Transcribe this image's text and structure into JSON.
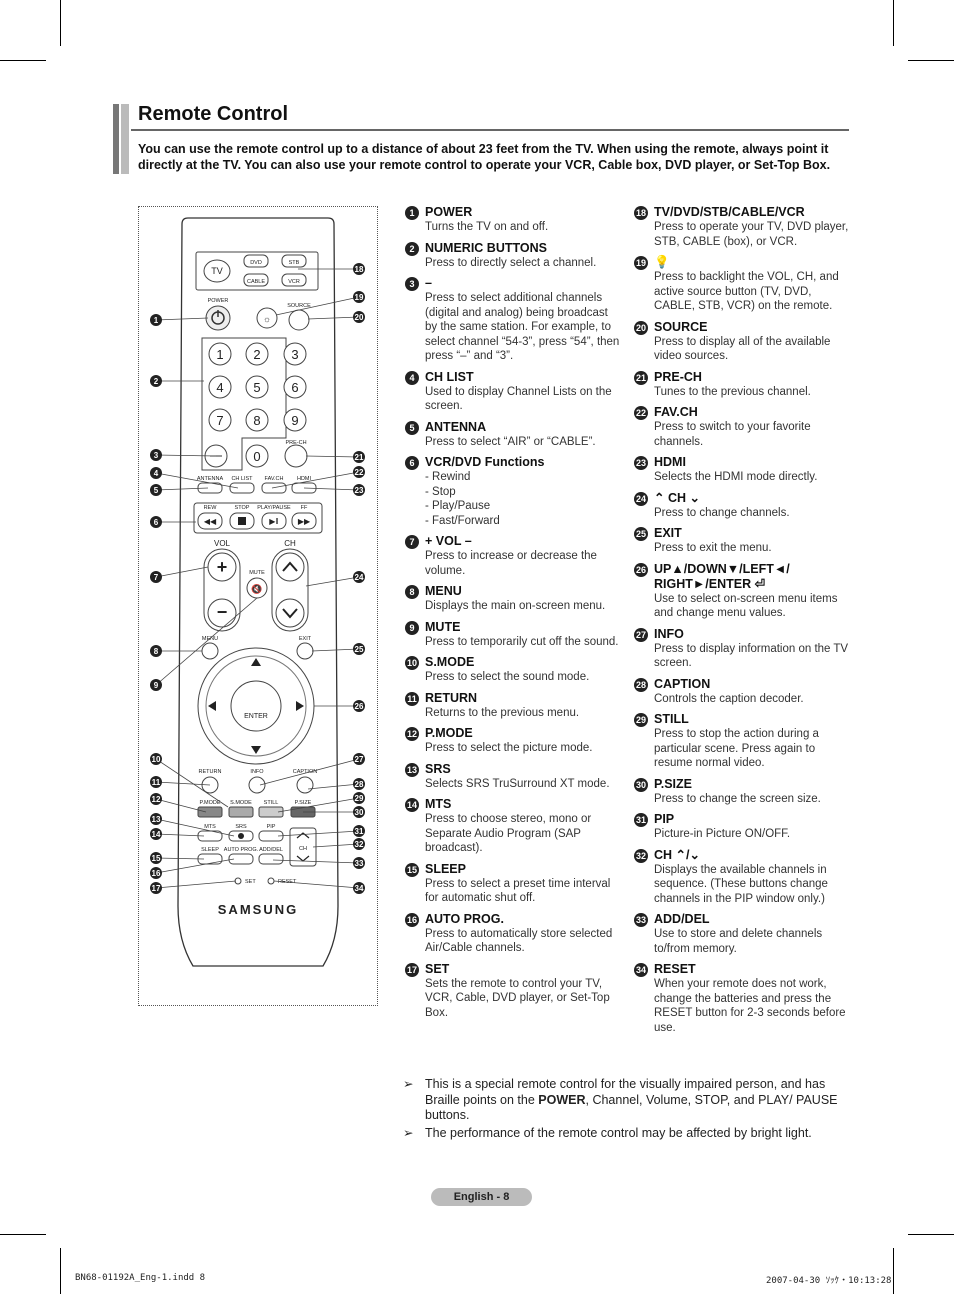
{
  "header": {
    "title": "Remote Control",
    "intro": "You can use the remote control up to a distance of about 23 feet from the TV. When using the remote, always point it directly at the TV. You can also use your remote control to operate your VCR, Cable box, DVD player, or Set-Top Box."
  },
  "items_left": [
    {
      "num": "1",
      "title": "POWER",
      "desc": "Turns the TV on and off."
    },
    {
      "num": "2",
      "title": "NUMERIC BUTTONS",
      "desc": "Press to directly select a channel."
    },
    {
      "num": "3",
      "title": "–",
      "desc": "Press to select additional channels (digital and analog) being broadcast by the same station. For example, to select channel “54-3”, press “54”, then press “–” and “3”."
    },
    {
      "num": "4",
      "title": "CH LIST",
      "desc": "Used to display Channel Lists on the screen."
    },
    {
      "num": "5",
      "title": "ANTENNA",
      "desc": "Press to select “AIR” or “CABLE”."
    },
    {
      "num": "6",
      "title": "VCR/DVD Functions",
      "desc": "- Rewind\n- Stop\n- Play/Pause\n- Fast/Forward"
    },
    {
      "num": "7",
      "title": "+ VOL –",
      "desc": "Press to increase or decrease the volume."
    },
    {
      "num": "8",
      "title": "MENU",
      "desc": "Displays the main on-screen menu."
    },
    {
      "num": "9",
      "title": "MUTE",
      "desc": "Press to temporarily cut off the sound."
    },
    {
      "num": "10",
      "title": "S.MODE",
      "desc": "Press to select the sound mode."
    },
    {
      "num": "11",
      "title": "RETURN",
      "desc": "Returns to the previous menu."
    },
    {
      "num": "12",
      "title": "P.MODE",
      "desc": "Press to select the picture mode."
    },
    {
      "num": "13",
      "title": "SRS",
      "desc": "Selects SRS TruSurround XT mode."
    },
    {
      "num": "14",
      "title": "MTS",
      "desc": "Press to choose stereo, mono or Separate Audio Program (SAP broadcast)."
    },
    {
      "num": "15",
      "title": "SLEEP",
      "desc": "Press to select a preset time interval for automatic shut off."
    },
    {
      "num": "16",
      "title": "AUTO PROG.",
      "desc": "Press to automatically store selected Air/Cable channels."
    },
    {
      "num": "17",
      "title": "SET",
      "desc": "Sets the remote to control your TV, VCR, Cable, DVD player, or Set-Top Box."
    }
  ],
  "items_right": [
    {
      "num": "18",
      "title": "TV/DVD/STB/CABLE/VCR",
      "desc": "Press to operate your TV, DVD player, STB, CABLE (box), or VCR."
    },
    {
      "num": "19",
      "title": "💡",
      "desc": "Press to backlight the VOL, CH, and active source button (TV, DVD, CABLE, STB, VCR) on the remote."
    },
    {
      "num": "20",
      "title": "SOURCE",
      "desc": "Press to display all of the available video sources."
    },
    {
      "num": "21",
      "title": "PRE-CH",
      "desc": "Tunes to the previous channel."
    },
    {
      "num": "22",
      "title": "FAV.CH",
      "desc": "Press to switch to your favorite channels."
    },
    {
      "num": "23",
      "title": "HDMI",
      "desc": "Selects the HDMI mode directly."
    },
    {
      "num": "24",
      "title": "⌃ CH ⌄",
      "desc": "Press to change channels."
    },
    {
      "num": "25",
      "title": "EXIT",
      "desc": "Press to exit the menu."
    },
    {
      "num": "26",
      "title": "UP▲/DOWN▼/LEFT◄/ RIGHT►/ENTER ⏎",
      "desc": "Use to select on-screen menu items and change menu values."
    },
    {
      "num": "27",
      "title": "INFO",
      "desc": "Press to display information on the TV screen."
    },
    {
      "num": "28",
      "title": "CAPTION",
      "desc": "Controls the caption decoder."
    },
    {
      "num": "29",
      "title": "STILL",
      "desc": "Press to stop the action during a particular scene. Press again to resume normal video."
    },
    {
      "num": "30",
      "title": "P.SIZE",
      "desc": "Press to change the screen size."
    },
    {
      "num": "31",
      "title": "PIP",
      "desc": "Picture-in Picture ON/OFF."
    },
    {
      "num": "32",
      "title": "CH ⌃/⌄",
      "desc": "Displays the available channels in sequence. (These buttons change channels in the PIP window only.)"
    },
    {
      "num": "33",
      "title": "ADD/DEL",
      "desc": "Use to store and delete channels to/from memory."
    },
    {
      "num": "34",
      "title": "RESET",
      "desc": "When your remote does not work, change the batteries and press the RESET button for 2-3 seconds before use."
    }
  ],
  "notes": [
    {
      "arrow": "➢",
      "text_before": "This is a special remote control for the visually impaired person, and has Braille points on the ",
      "bold": "POWER",
      "text_after": ", Channel, Volume, STOP, and PLAY/ PAUSE buttons."
    },
    {
      "arrow": "➢",
      "text": "The performance of the remote control may be affected by bright light."
    }
  ],
  "footer": {
    "page_label": "English - 8",
    "slug_left": "BN68-01192A_Eng-1.indd   8",
    "slug_right": "2007-04-30   ｿｯｹ・10:13:28"
  },
  "remote": {
    "brand": "SAMSUNG",
    "source_buttons": [
      "TV",
      "DVD",
      "STB",
      "CABLE",
      "VCR"
    ],
    "labels": {
      "power": "POWER",
      "source": "SOURCE",
      "prech": "PRE-CH",
      "antenna": "ANTENNA",
      "chlist": "CH LIST",
      "favch": "FAV.CH",
      "hdmi": "HDMI",
      "rew": "REW",
      "stop": "STOP",
      "playpause": "PLAY/PAUSE",
      "ff": "FF",
      "vol": "VOL",
      "ch": "CH",
      "mute": "MUTE",
      "menu": "MENU",
      "exit": "EXIT",
      "enter": "ENTER",
      "return": "RETURN",
      "info": "INFO",
      "caption": "CAPTION",
      "pmode": "P.MODE",
      "smode": "S.MODE",
      "still": "STILL",
      "psize": "P.SIZE",
      "mts": "MTS",
      "srs": "SRS",
      "pip": "PIP",
      "sleep": "SLEEP",
      "autoprog": "AUTO PROG.",
      "adddel": "ADD/DEL",
      "set": "SET",
      "reset": "RESET",
      "pipch": "CH"
    },
    "digits": [
      "1",
      "2",
      "3",
      "4",
      "5",
      "6",
      "7",
      "8",
      "9",
      "0"
    ],
    "dash": "—",
    "callouts_left": [
      "1",
      "2",
      "3",
      "4",
      "5",
      "6",
      "7",
      "8",
      "9",
      "10",
      "11",
      "12",
      "13",
      "14",
      "15",
      "16",
      "17"
    ],
    "callouts_right": [
      "18",
      "19",
      "20",
      "21",
      "22",
      "23",
      "24",
      "25",
      "26",
      "27",
      "28",
      "29",
      "30",
      "31",
      "32",
      "33",
      "34"
    ]
  }
}
